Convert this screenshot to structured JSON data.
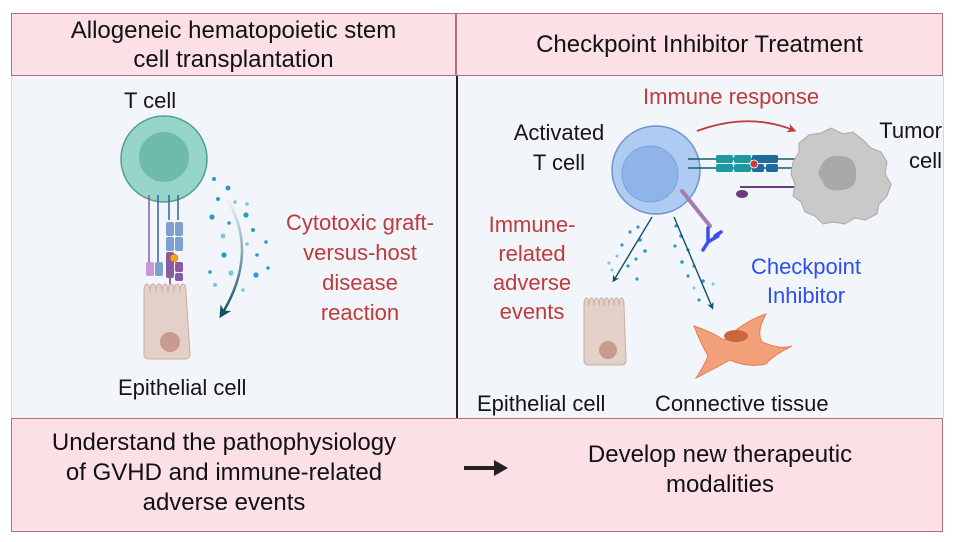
{
  "headers": {
    "left": [
      "Allogeneic hematopoietic stem",
      "cell transplantation"
    ],
    "right": "Checkpoint Inhibitor Treatment"
  },
  "left_panel": {
    "t_cell_label": "T cell",
    "reaction_label": [
      "Cytotoxic graft-",
      "versus-host",
      "disease",
      "reaction"
    ],
    "epithelial_label": "Epithelial cell"
  },
  "right_panel": {
    "immune_response_label": "Immune response",
    "activated_t_cell_label": [
      "Activated",
      "T cell"
    ],
    "tumor_cell_label": [
      "Tumor",
      "cell"
    ],
    "irae_label": [
      "Immune-",
      "related",
      "adverse",
      "events"
    ],
    "checkpoint_inhibitor_label": [
      "Checkpoint",
      "Inhibitor"
    ],
    "epithelial_label": "Epithelial cell",
    "connective_label": "Connective tissue"
  },
  "footer": {
    "left": [
      "Understand the pathophysiology",
      "of GVHD and immune-related",
      "adverse events"
    ],
    "arrow_icon": "right-arrow-icon",
    "right": [
      "Develop new therapeutic",
      "modalities"
    ]
  },
  "colors": {
    "header_bg": "#fbe1e6",
    "header_border": "#b2707d",
    "panel_bg": "#f2f6fb",
    "red_text": "#c0393b",
    "blue_text": "#2d4ef0",
    "t_cell": "#98d5c9",
    "activated_t_cell": "#aecbf2",
    "tumor_cell": "#c9c9c9",
    "epithelial": "#e3d0c8",
    "fibroblast": "#f2a07a"
  }
}
